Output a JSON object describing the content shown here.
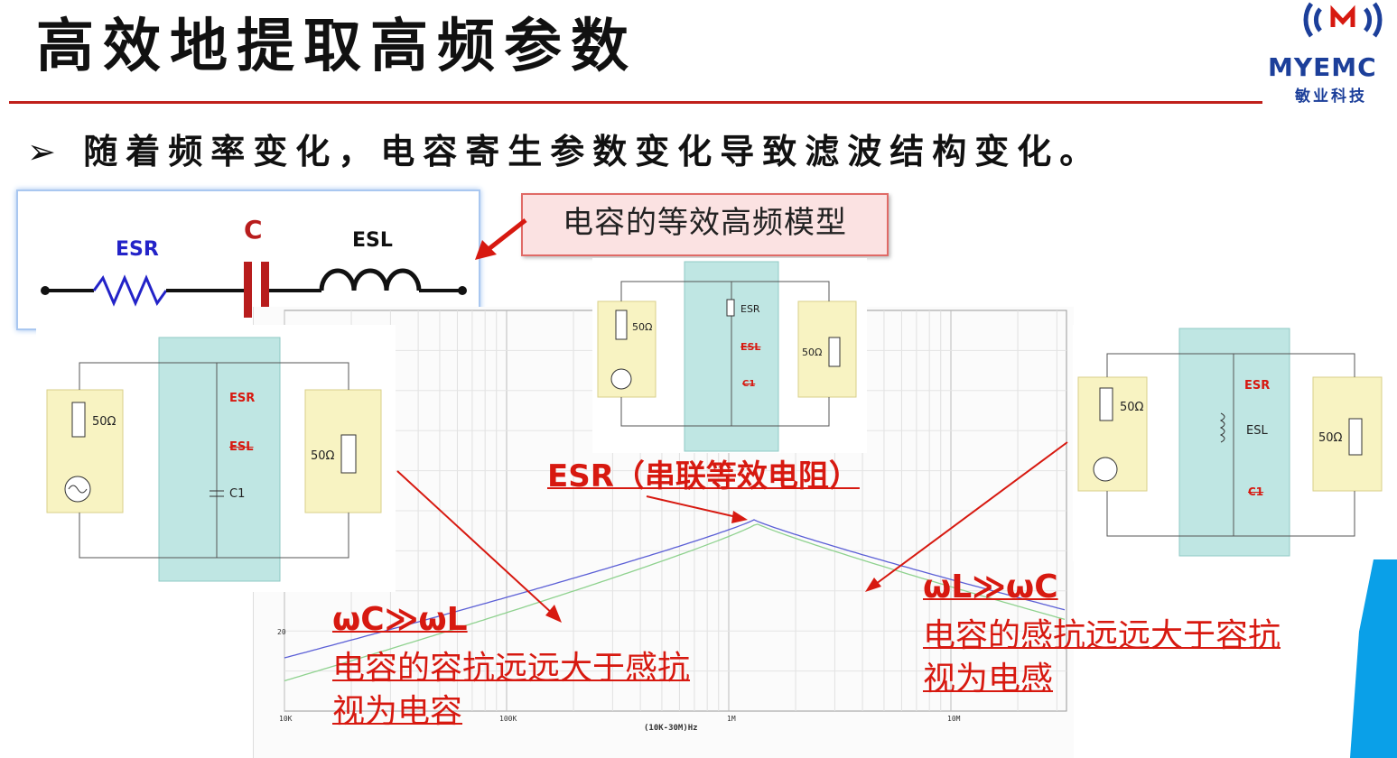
{
  "title": "高效地提取高频参数",
  "logo": {
    "brand": "MYEMC",
    "sub": "敏业科技",
    "icon": "radio-wave-m-icon"
  },
  "bullet": {
    "marker": "➢",
    "text": "随着频率变化，电容寄生参数变化导致滤波结构变化。"
  },
  "model": {
    "labels": {
      "esr": "ESR",
      "c": "C",
      "esl": "ESL"
    },
    "callout": "电容的等效高频模型",
    "colors": {
      "esr": "#2323c8",
      "c": "#b81d1d",
      "wire": "#111111"
    }
  },
  "circuits": {
    "left": {
      "source_r": "50Ω",
      "load_r": "50Ω",
      "esr": "ESR",
      "esl": "ESL",
      "c": "C1"
    },
    "middle": {
      "source_r": "50Ω",
      "load_r": "50Ω",
      "esr": "ESR",
      "esl": "ESL",
      "c": "C1"
    },
    "right": {
      "source_r": "50Ω",
      "load_r": "50Ω",
      "esr": "ESR",
      "esl": "ESL",
      "c": "C1"
    }
  },
  "plot": {
    "x_ticks": [
      "10K",
      "100K",
      "1M",
      "10M"
    ],
    "xlabel": "(10K-30M)Hz",
    "y_ticks": [
      "20"
    ]
  },
  "annotations": {
    "peak": "ESR（串联等效电阻）",
    "left_title": "ωC≫ωL",
    "left_line1": "电容的容抗远远大于感抗",
    "left_line2": "视为电容",
    "right_title": "ωL≫ωC",
    "right_line1": "电容的感抗远远大于容抗",
    "right_line2": "视为电感"
  },
  "colors": {
    "accent_red": "#d71910",
    "rule_red": "#c0201a",
    "brand_blue": "#1c3f9a",
    "trace_blue": "#5b5fd6",
    "trace_green": "#8fd28f"
  }
}
